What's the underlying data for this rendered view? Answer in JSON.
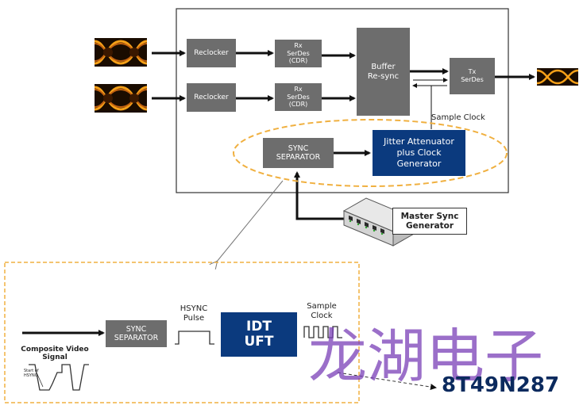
{
  "colors": {
    "block_gray": "#6d6d6d",
    "block_navy": "#0b3a7e",
    "dash_orange": "#f0b040",
    "eye_orange": "#f5a018",
    "watermark_purple": "#7a3fb8",
    "part_navy": "#0b2a5e"
  },
  "top": {
    "reclocker_1": "Reclocker",
    "reclocker_2": "Reclocker",
    "rx_serdes_1": "Rx\nSerDes\n(CDR)",
    "rx_serdes_2": "Rx\nSerDes\n(CDR)",
    "buffer": "Buffer\nRe-sync",
    "tx_serdes": "Tx\nSerDes",
    "sample_clock": "Sample Clock",
    "sync_separator": "SYNC\nSEPARATOR",
    "jitter_attenuator": "Jitter Attenuator\nplus Clock\nGenerator",
    "master_sync": "Master Sync\nGenerator"
  },
  "bottom": {
    "composite_video": "Composite Video\nSignal",
    "start_of_hsync": "Start of\nHSYNC",
    "sync_separator": "SYNC\nSEPARATOR",
    "hsync_pulse": "HSYNC\nPulse",
    "idt_uft": "IDT\nUFT",
    "sample_clock": "Sample\nClock"
  },
  "watermark": "龙湖电子",
  "part_number": "8T49N287"
}
